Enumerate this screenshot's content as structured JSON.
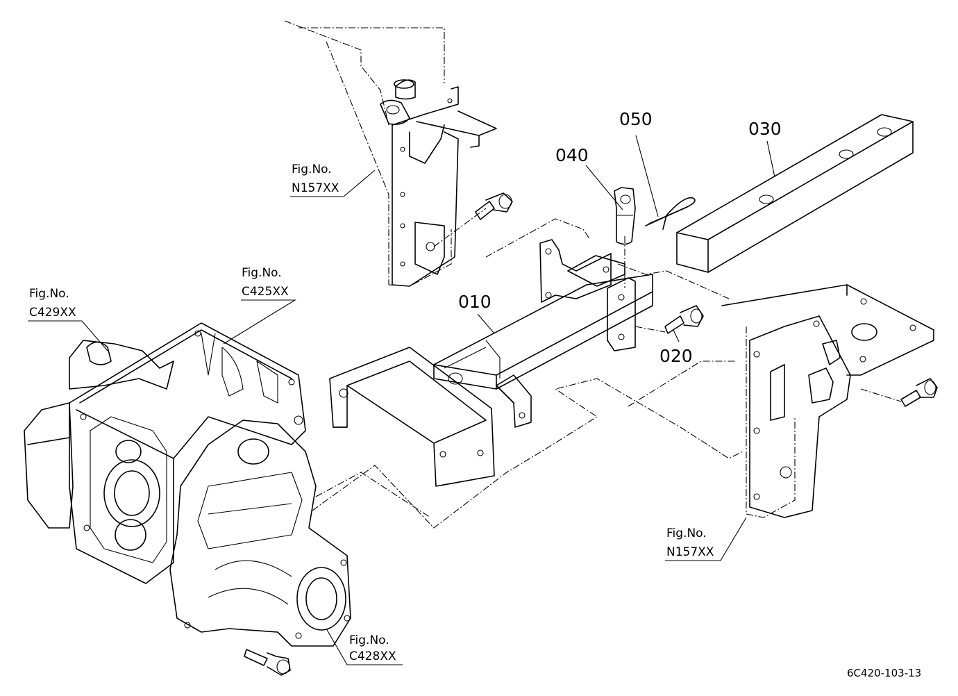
{
  "parts": [
    {
      "id": "p010",
      "number": "010"
    },
    {
      "id": "p020",
      "number": "020"
    },
    {
      "id": "p030",
      "number": "030"
    },
    {
      "id": "p040",
      "number": "040"
    },
    {
      "id": "p050",
      "number": "050"
    }
  ],
  "figure_refs": [
    {
      "id": "n157_top",
      "line1": "Fig.No.",
      "line2": "N157XX"
    },
    {
      "id": "c425",
      "line1": "Fig.No.",
      "line2": "C425XX"
    },
    {
      "id": "c429",
      "line1": "Fig.No.",
      "line2": "C429XX"
    },
    {
      "id": "n157_right",
      "line1": "Fig.No.",
      "line2": "N157XX"
    },
    {
      "id": "c428",
      "line1": "Fig.No.",
      "line2": "C428XX"
    }
  ],
  "diagram_code": "6C420-103-13"
}
